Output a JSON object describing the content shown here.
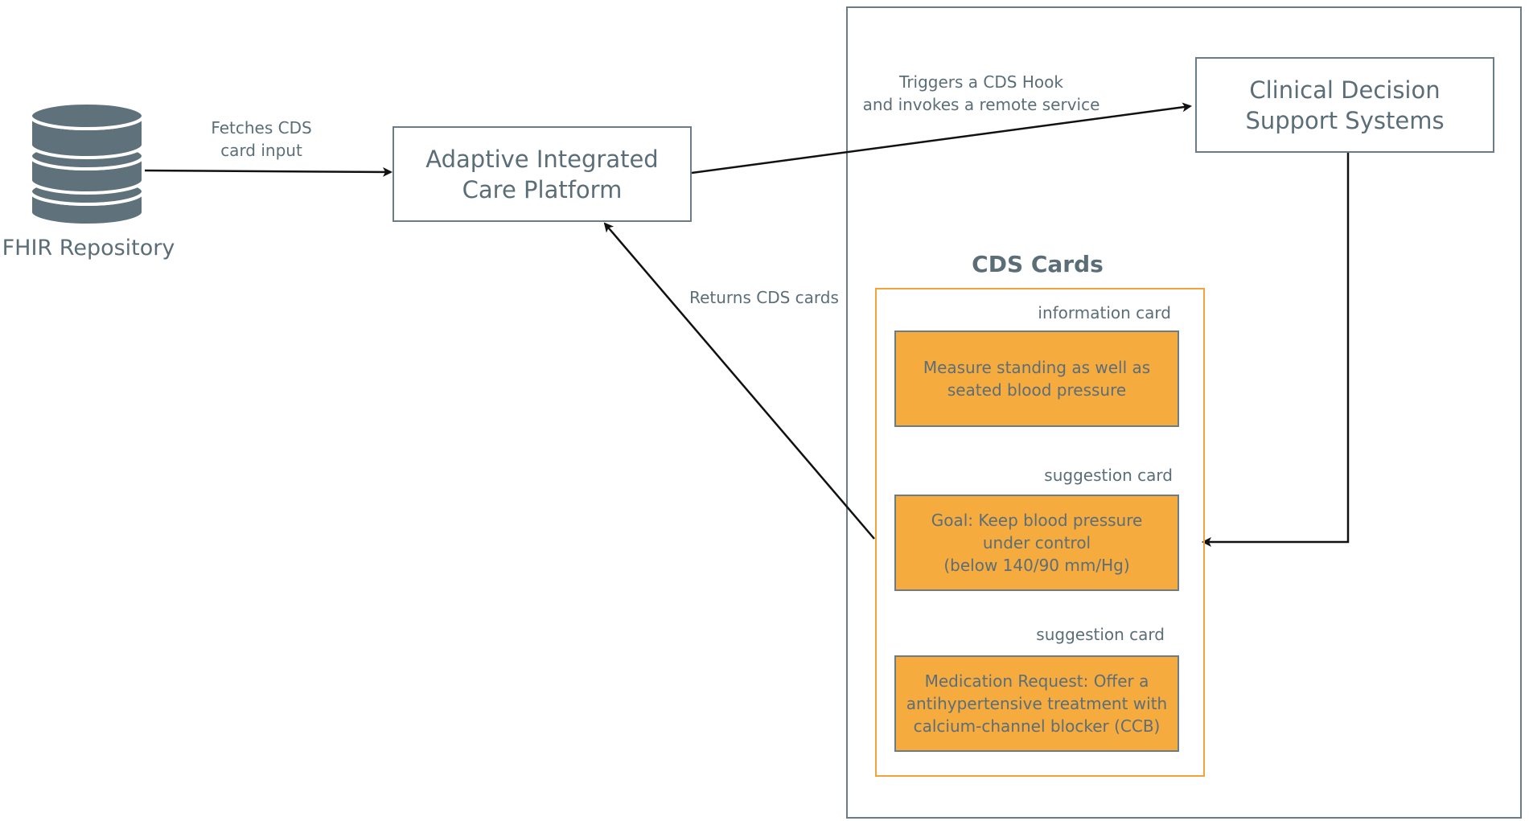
{
  "nodes": {
    "fhir_repository": {
      "label": "FHIR Repository"
    },
    "adaptive_platform": {
      "label": "Adaptive Integrated\nCare Platform"
    },
    "cds_systems": {
      "label": "Clinical Decision\nSupport Systems"
    }
  },
  "edges": {
    "fetch": {
      "label": "Fetches CDS\ncard input"
    },
    "trigger": {
      "label": "Triggers a CDS Hook\nand invokes a remote service"
    },
    "returns": {
      "label": "Returns CDS cards"
    }
  },
  "cds_cards": {
    "title": "CDS Cards",
    "cards": [
      {
        "type": "information card",
        "text": "Measure standing as well as\nseated blood pressure"
      },
      {
        "type": "suggestion card",
        "text": "Goal: Keep blood pressure\nunder control\n(below 140/90 mm/Hg)"
      },
      {
        "type": "suggestion card",
        "text": "Medication Request: Offer a\nantihypertensive treatment with\ncalcium-channel blocker (CCB)"
      }
    ]
  },
  "colors": {
    "card_fill": "#f6ab3f",
    "card_frame": "#f3a33a",
    "stroke": "#6a7c86",
    "text": "#5b6e78",
    "database": "#5f717b"
  }
}
